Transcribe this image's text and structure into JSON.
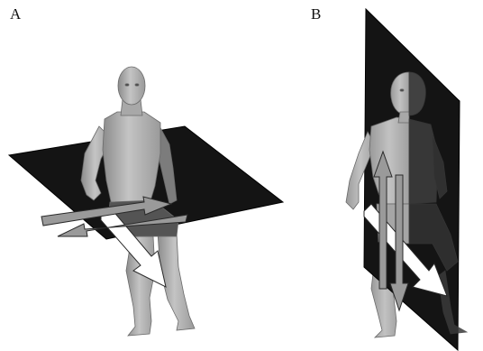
{
  "panels": [
    {
      "label": "A"
    },
    {
      "label": "B"
    }
  ],
  "colors": {
    "plane": "#141414",
    "skin": "#b8b8b8",
    "skin_dark": "#8e8e8e",
    "skin_shadow": "#6f6f6f",
    "shorts": "#545454",
    "arrow_gray": "#9a9a9a",
    "arrow_white": "#ffffff",
    "arrow_stroke": "#2a2a2a"
  },
  "icons": {
    "figure_a": "human-figure-horizontal-plane",
    "figure_b": "human-figure-vertical-plane"
  }
}
